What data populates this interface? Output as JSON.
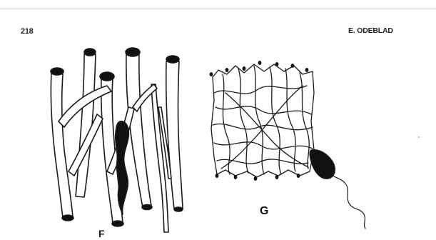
{
  "header": {
    "page_number": "218",
    "running_head": "E. ODEBLAD"
  },
  "figure": {
    "panel_f_label": "F",
    "panel_g_label": "G"
  }
}
